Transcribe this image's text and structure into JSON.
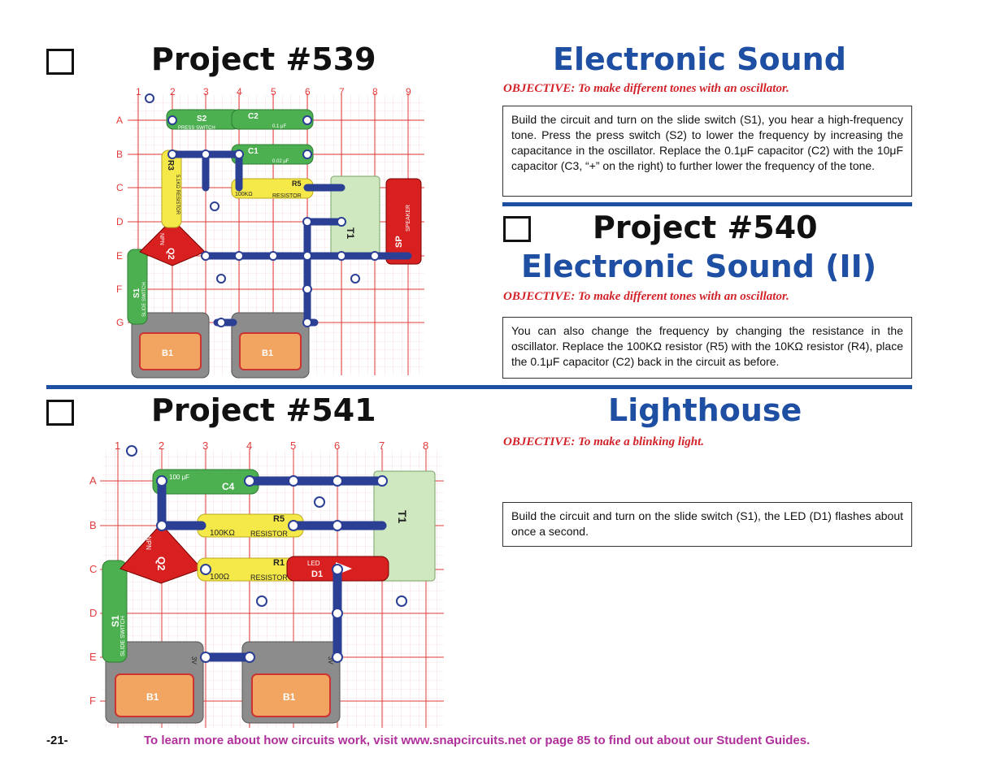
{
  "p539": {
    "title": "Project #539",
    "subtitle": "Electronic Sound",
    "objective": "OBJECTIVE:  To make different tones with an oscillator.",
    "description": "Build the circuit and turn on the slide switch (S1), you hear a high-frequency tone.  Press the press switch (S2) to lower the frequency by increasing the capacitance in the oscillator.  Replace the 0.1μF capacitor (C2) with the 10μF capacitor (C3, “+” on the right) to further lower the frequency of the tone."
  },
  "p540": {
    "title": "Project #540",
    "subtitle": "Electronic Sound (II)",
    "objective": "OBJECTIVE:  To make different tones with an oscillator.",
    "description": "You can also change the frequency by changing the resistance in the oscillator.  Replace the 100KΩ resistor (R5) with the 10KΩ resistor (R4), place the 0.1μF capacitor (C2) back in the circuit as before."
  },
  "p541": {
    "title": "Project #541",
    "subtitle": "Lighthouse",
    "objective": "OBJECTIVE:  To make a blinking light.",
    "description": "Build the circuit and turn on the slide switch (S1), the LED (D1) flashes about once a second."
  },
  "diagram1": {
    "cols": [
      "1",
      "2",
      "3",
      "4",
      "5",
      "6",
      "7",
      "8",
      "9"
    ],
    "rows": [
      "A",
      "B",
      "C",
      "D",
      "E",
      "F",
      "G"
    ],
    "labels": {
      "s2": "S2",
      "s2_text": "PRESS SWITCH",
      "c2": "C2",
      "c2_val": "0.1 μF",
      "c1": "C1",
      "c1_val": "0.02 μF",
      "r3": "R3",
      "r3_val": "5.1KΩ RESISTOR",
      "r5": "R5",
      "r5_val": "100KΩ",
      "r5_text": "RESISTOR",
      "t1": "T1",
      "sp": "SP",
      "sp_text": "SPEAKER",
      "q2": "Q2",
      "npn": "NPN",
      "s1": "S1",
      "s1_text": "SLIDE SWITCH",
      "b1": "B1",
      "b1b": "B1"
    }
  },
  "diagram2": {
    "cols": [
      "1",
      "2",
      "3",
      "4",
      "5",
      "6",
      "7",
      "8"
    ],
    "rows": [
      "A",
      "B",
      "C",
      "D",
      "E",
      "F"
    ],
    "labels": {
      "c4": "C4",
      "c4_val": "100 μF",
      "r5": "R5",
      "r5_val": "100KΩ",
      "r5_text": "RESISTOR",
      "r1": "R1",
      "r1_val": "100Ω",
      "r1_text": "RESISTOR",
      "d1": "D1",
      "d1_text": "LED",
      "t1": "T1",
      "q2": "Q2",
      "npn": "NPN",
      "s1": "S1",
      "s1_text": "SLIDE SWITCH",
      "b1": "B1",
      "b1b": "B1",
      "v3": "3V",
      "v3b": "3V"
    }
  },
  "footer": {
    "page": "-21-",
    "link": "To learn more about how circuits work, visit www.snapcircuits.net or page 85 to find out about our Student Guides."
  },
  "colors": {
    "title_blue": "#1e4fa3",
    "objective_red": "#d2232a",
    "footer_purple": "#b0309b",
    "grid_red": "#e23b3b",
    "wire_blue": "#2b3f95"
  }
}
